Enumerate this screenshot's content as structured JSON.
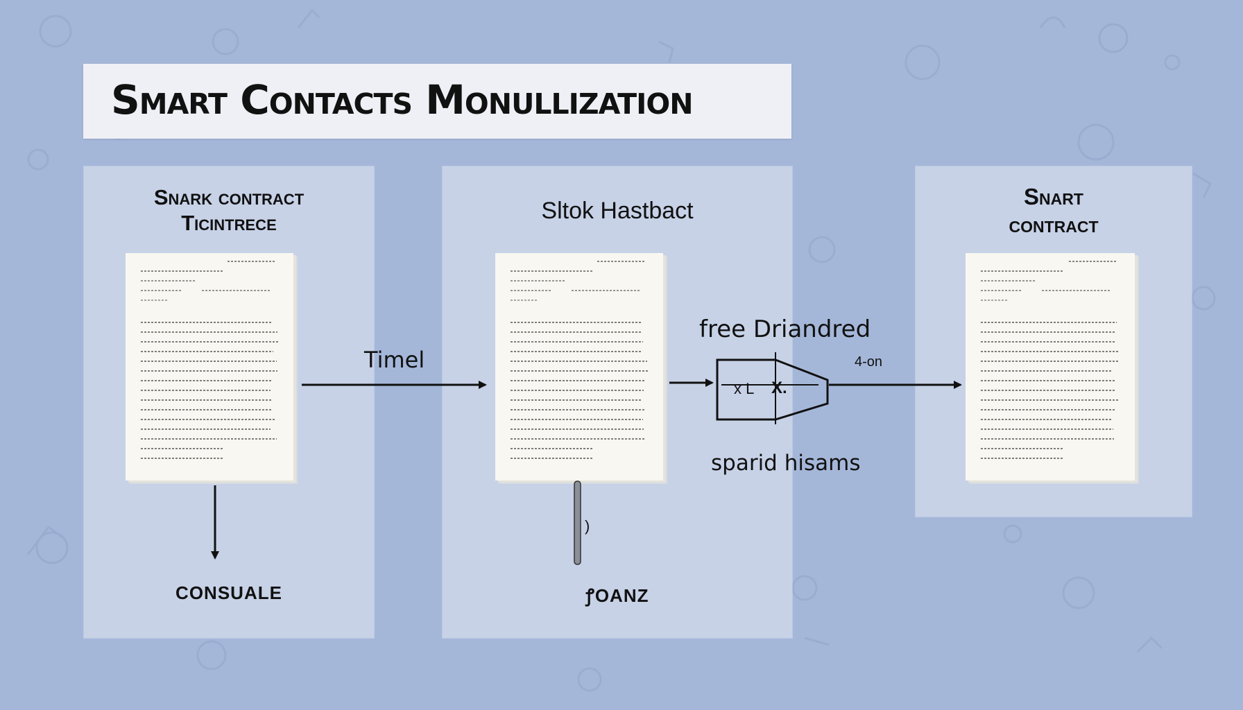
{
  "title": "Smart Contacts Monullization",
  "panels": [
    {
      "heading_lines": [
        "Snark contract",
        "Ticintrece"
      ],
      "footer": "CONSUALE"
    },
    {
      "heading_lines": [
        "Sltok Hastbact"
      ],
      "footer": "ꝭOANZ"
    },
    {
      "heading_lines": [
        "Snart",
        "contract"
      ]
    }
  ],
  "labels": {
    "timel": "Timel",
    "free": "free Driandred",
    "sparid": "sparid hisams",
    "on": "4-on",
    "box_left": "x L",
    "box_right": "X.",
    "stick_mark": ")"
  },
  "colors": {
    "background": "#a5b7d9",
    "panel": "#c7d2e7",
    "banner": "#eef0f5",
    "ink": "#111111",
    "paper": "#f8f7f1"
  }
}
